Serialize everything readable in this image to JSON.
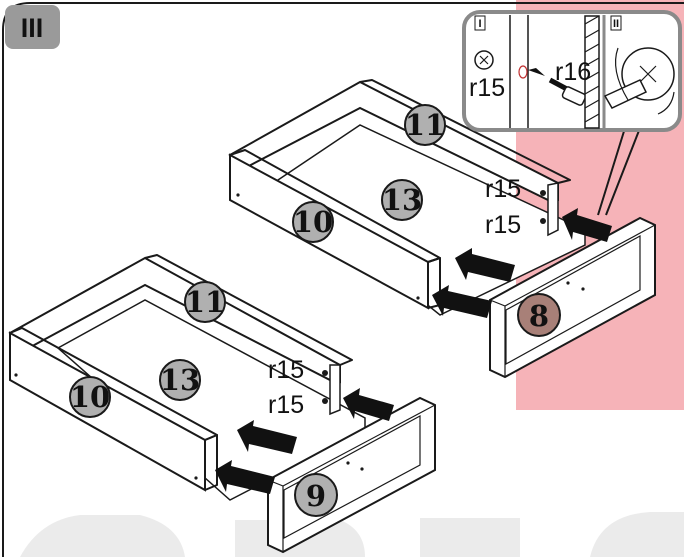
{
  "step": "III",
  "inset": {
    "panel1": "I",
    "panel2": "II",
    "hole_label": "r15",
    "screw_label": "r16"
  },
  "upper_drawer": {
    "back": "11",
    "side": "10",
    "bottom": "13",
    "front": "8",
    "hole_top": "r15",
    "hole_bottom": "r15"
  },
  "lower_drawer": {
    "back": "11",
    "side": "10",
    "bottom": "13",
    "front": "9",
    "hole_top": "r15",
    "hole_bottom": "r15"
  },
  "colors": {
    "watermark": "#f4a6ac",
    "badge": "#b0b0b0",
    "badge_front": "#a88078",
    "line": "#1a1a1a"
  }
}
